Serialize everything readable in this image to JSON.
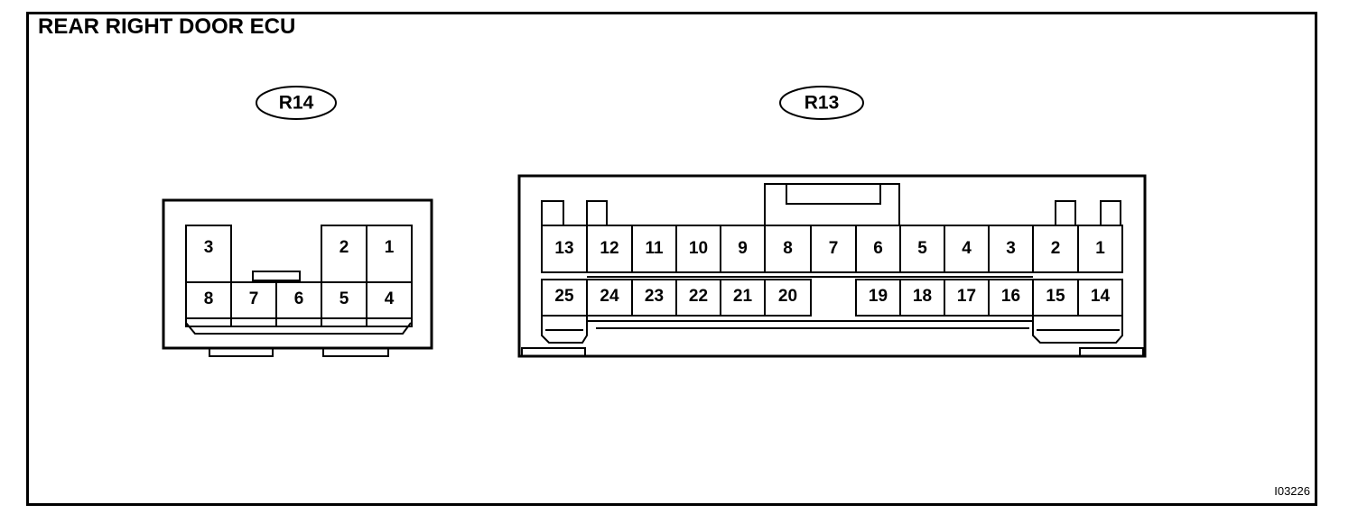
{
  "title": "REAR RIGHT DOOR ECU",
  "reference_code": "I03226",
  "colors": {
    "line": "#000000",
    "background": "#ffffff"
  },
  "connectors": [
    {
      "name": "R14",
      "top_row": [
        "3",
        "",
        "",
        "2",
        "1"
      ],
      "bottom_row": [
        "8",
        "7",
        "6",
        "5",
        "4"
      ]
    },
    {
      "name": "R13",
      "top_row": [
        "13",
        "12",
        "11",
        "10",
        "9",
        "8",
        "7",
        "6",
        "5",
        "4",
        "3",
        "2",
        "1"
      ],
      "bottom_row": [
        "25",
        "24",
        "23",
        "22",
        "21",
        "20",
        "",
        "19",
        "18",
        "17",
        "16",
        "15",
        "14"
      ]
    }
  ]
}
